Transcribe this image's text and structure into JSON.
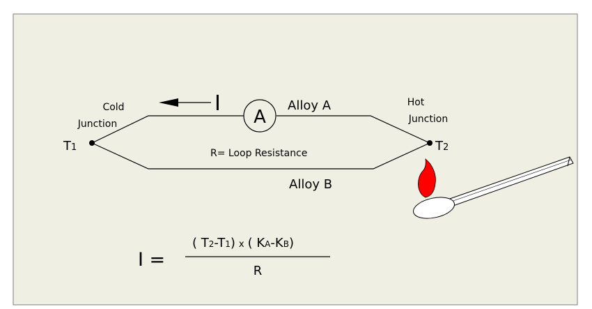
{
  "colors": {
    "background": "#efefe3",
    "frame": "#7f7f7f",
    "lines": "#000000",
    "flame": "#ff0000",
    "match": "#ffffff"
  },
  "icons": {
    "ammeter": "ammeter-circle-A",
    "arrow": "left-arrow",
    "flame": "flame-icon",
    "match": "matchstick-icon"
  },
  "diagram": {
    "current_symbol": "I",
    "ammeter_label": "A",
    "alloy_a": "Alloy A",
    "alloy_b": "Alloy B",
    "loop_resistance": "R= Loop Resistance",
    "cold_junction": {
      "line1": "Cold",
      "line2": "Junction",
      "temp": "T",
      "temp_sub": "1"
    },
    "hot_junction": {
      "line1": "Hot",
      "line2": "Junction",
      "temp": "T",
      "temp_sub": "2"
    }
  },
  "formula": {
    "lhs": "I =",
    "num_open1": "( T",
    "num_t2_sub": "2",
    "num_minus": "-T",
    "num_t1_sub": "1",
    "num_close1": ")",
    "times": "x",
    "num_open2": "( K",
    "ka_sub": "A",
    "dash": "-K",
    "kb_sub": "B",
    "num_close2": ")",
    "denominator": "R"
  }
}
